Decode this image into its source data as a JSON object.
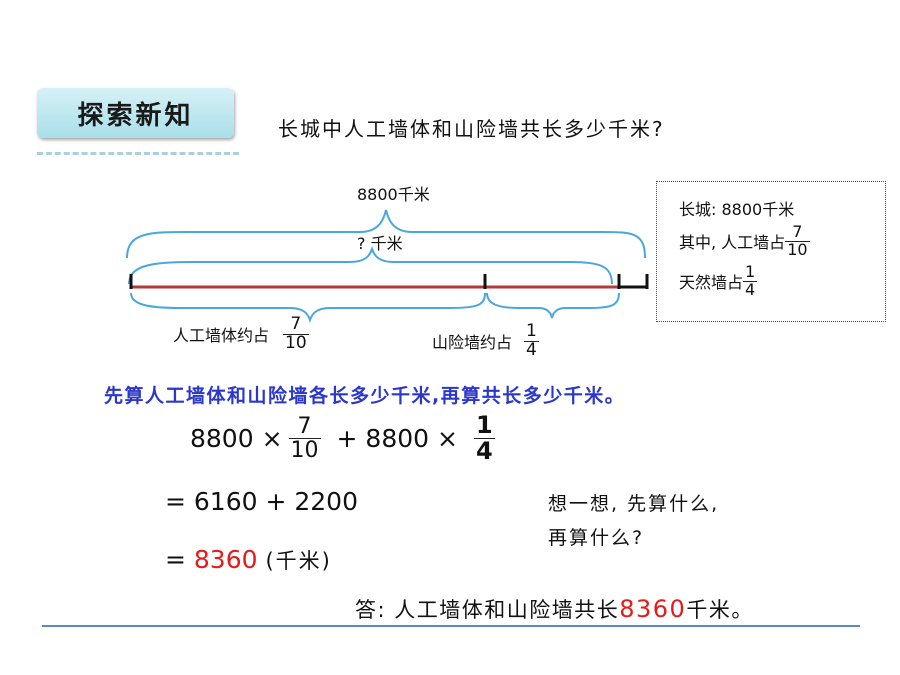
{
  "header": {
    "badge_label": "探索新知",
    "question": "长城中人工墙体和山险墙共长多少千米?"
  },
  "diagram": {
    "total_label": "8800千米",
    "unknown_label": "? 千米",
    "segment1_label": "人工墙体约占",
    "segment1_fraction": {
      "num": "7",
      "den": "10"
    },
    "segment2_label": "山险墙约占",
    "segment2_fraction": {
      "num": "1",
      "den": "4"
    }
  },
  "info_box": {
    "line1": "长城: 8800千米",
    "line2_prefix": "其中, 人工墙占",
    "line2_fraction": {
      "num": "7",
      "den": "10"
    },
    "line3_prefix": "天然墙占",
    "line3_fraction": {
      "num": "1",
      "den": "4"
    }
  },
  "instruction": "先算人工墙体和山险墙各长多少千米,再算共长多少千米。",
  "equations": {
    "line1_a": "8800 ×",
    "line1_frac1": {
      "num": "7",
      "den": "10"
    },
    "line1_b": "+ 8800 ×",
    "line1_frac2": {
      "num": "1",
      "den": "4"
    },
    "line2": "= 6160 + 2200",
    "line3_eq": "=",
    "line3_value": "8360",
    "line3_unit": "(千米)"
  },
  "think": {
    "line1": "想一想, 先算什么,",
    "line2": "再算什么?"
  },
  "answer": {
    "prefix": "答: 人工墙体和山险墙共长",
    "value": "8360",
    "suffix": "千米。"
  },
  "colors": {
    "bar": "#b23a3a",
    "brace": "#4aa6e0",
    "instruction": "#2a37c9",
    "highlight": "#e51b1b"
  }
}
